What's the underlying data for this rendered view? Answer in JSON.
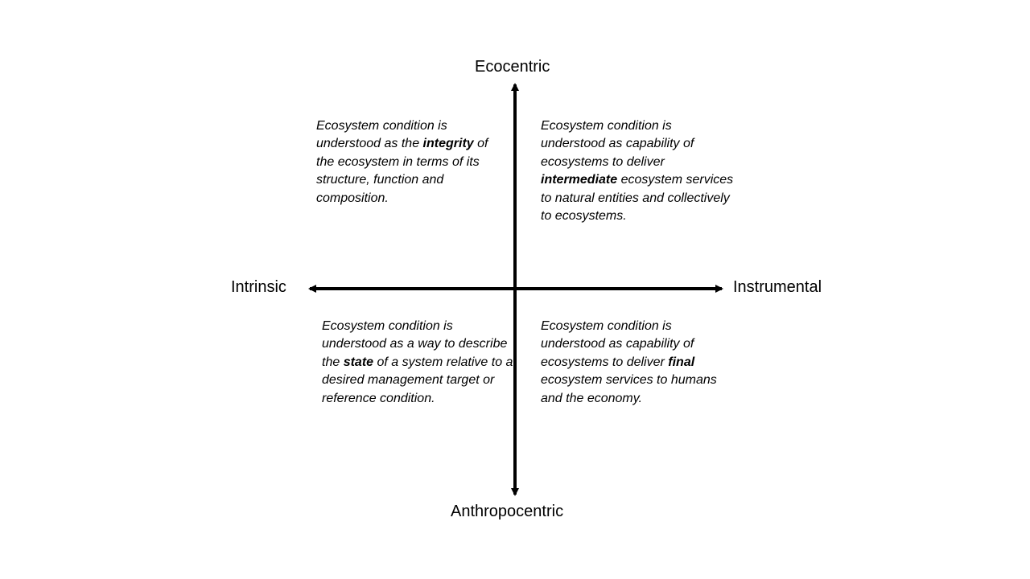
{
  "axes": {
    "top": "Ecocentric",
    "bottom": "Anthropocentric",
    "left": "Intrinsic",
    "right": "Instrumental"
  },
  "quadrants": {
    "top_left": {
      "before": "Ecosystem condition is understood as the ",
      "emphasis": "integrity",
      "after": " of the ecosystem in terms of its structure, function and composition."
    },
    "top_right": {
      "before": "Ecosystem condition is understood as capability of ecosystems to deliver ",
      "emphasis": "intermediate",
      "after": " ecosystem services to natural entities and collectively to ecosystems."
    },
    "bottom_left": {
      "before": "Ecosystem condition is understood as a way to describe the ",
      "emphasis": "state",
      "after": " of a system relative to a desired management target or reference condition."
    },
    "bottom_right": {
      "before": "Ecosystem condition is understood as capability of ecosystems to deliver ",
      "emphasis": "final",
      "after": " ecosystem services to humans and the economy."
    }
  }
}
